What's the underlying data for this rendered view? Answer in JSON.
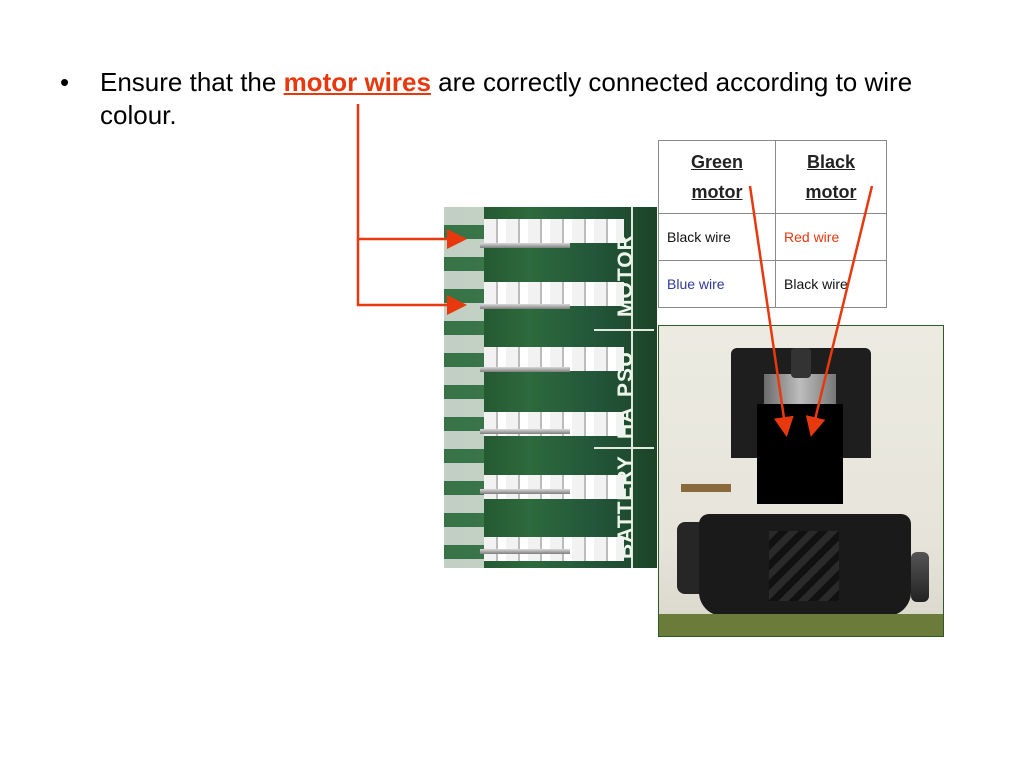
{
  "slide": {
    "bullet": "•",
    "text_before": "Ensure that the ",
    "highlight": "motor wires",
    "text_after": " are correctly connected according to wire colour."
  },
  "board_labels": [
    "MOTOR",
    "PSU",
    "HA",
    "BATTERY"
  ],
  "table": {
    "headers": [
      {
        "first": "Green",
        "second": "motor"
      },
      {
        "first": "Black",
        "second": "motor"
      }
    ],
    "rows": [
      [
        "Black wire",
        "Red wire"
      ],
      [
        "Blue wire",
        "Black wire"
      ]
    ]
  },
  "colors": {
    "accent": "#e8380d",
    "blue_wire": "#2f3a9a",
    "board_green": "#2d6a3c"
  }
}
